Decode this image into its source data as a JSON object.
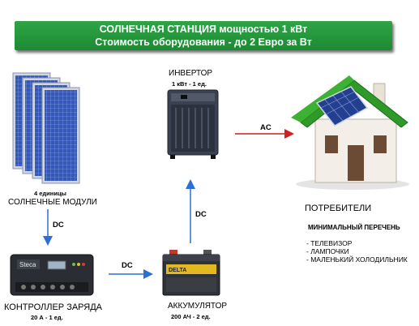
{
  "banner": {
    "line1": "СОЛНЕЧНАЯ СТАНЦИЯ мощностью 1 кВт",
    "line2": "Стоимость оборудования - до 2 Евро за Вт"
  },
  "inverter": {
    "title": "ИНВЕРТОР",
    "spec": "1 кВт - 1 ед."
  },
  "panels": {
    "count": "4 единицы",
    "title": "СОЛНЕЧНЫЕ МОДУЛИ"
  },
  "controller": {
    "brand": "Steca",
    "title": "КОНТРОЛЛЕР ЗАРЯДА",
    "spec": "20 А - 1 ед."
  },
  "battery": {
    "brand": "DELTA",
    "title": "АККУМУЛЯТОР",
    "spec": "200 АЧ - 2 ед."
  },
  "consumers": {
    "title": "ПОТРЕБИТЕЛИ",
    "subtitle": "МИНИМАЛЬНЫЙ ПЕРЕЧЕНЬ",
    "items": [
      "- ТЕЛЕВИЗОР",
      "- ЛАМПОЧКИ",
      "- МАЛЕНЬКИЙ ХОЛОДИЛЬНИК"
    ]
  },
  "arrows": {
    "inverter_to_house": "AC",
    "panels_to_controller": "DC",
    "controller_to_battery": "DC",
    "battery_to_inverter": "DC"
  },
  "colors": {
    "banner": "#1d8a33",
    "arrow_blue": "#2a6fd6",
    "arrow_red": "#d21f1f",
    "roof": "#2f9a2a"
  }
}
